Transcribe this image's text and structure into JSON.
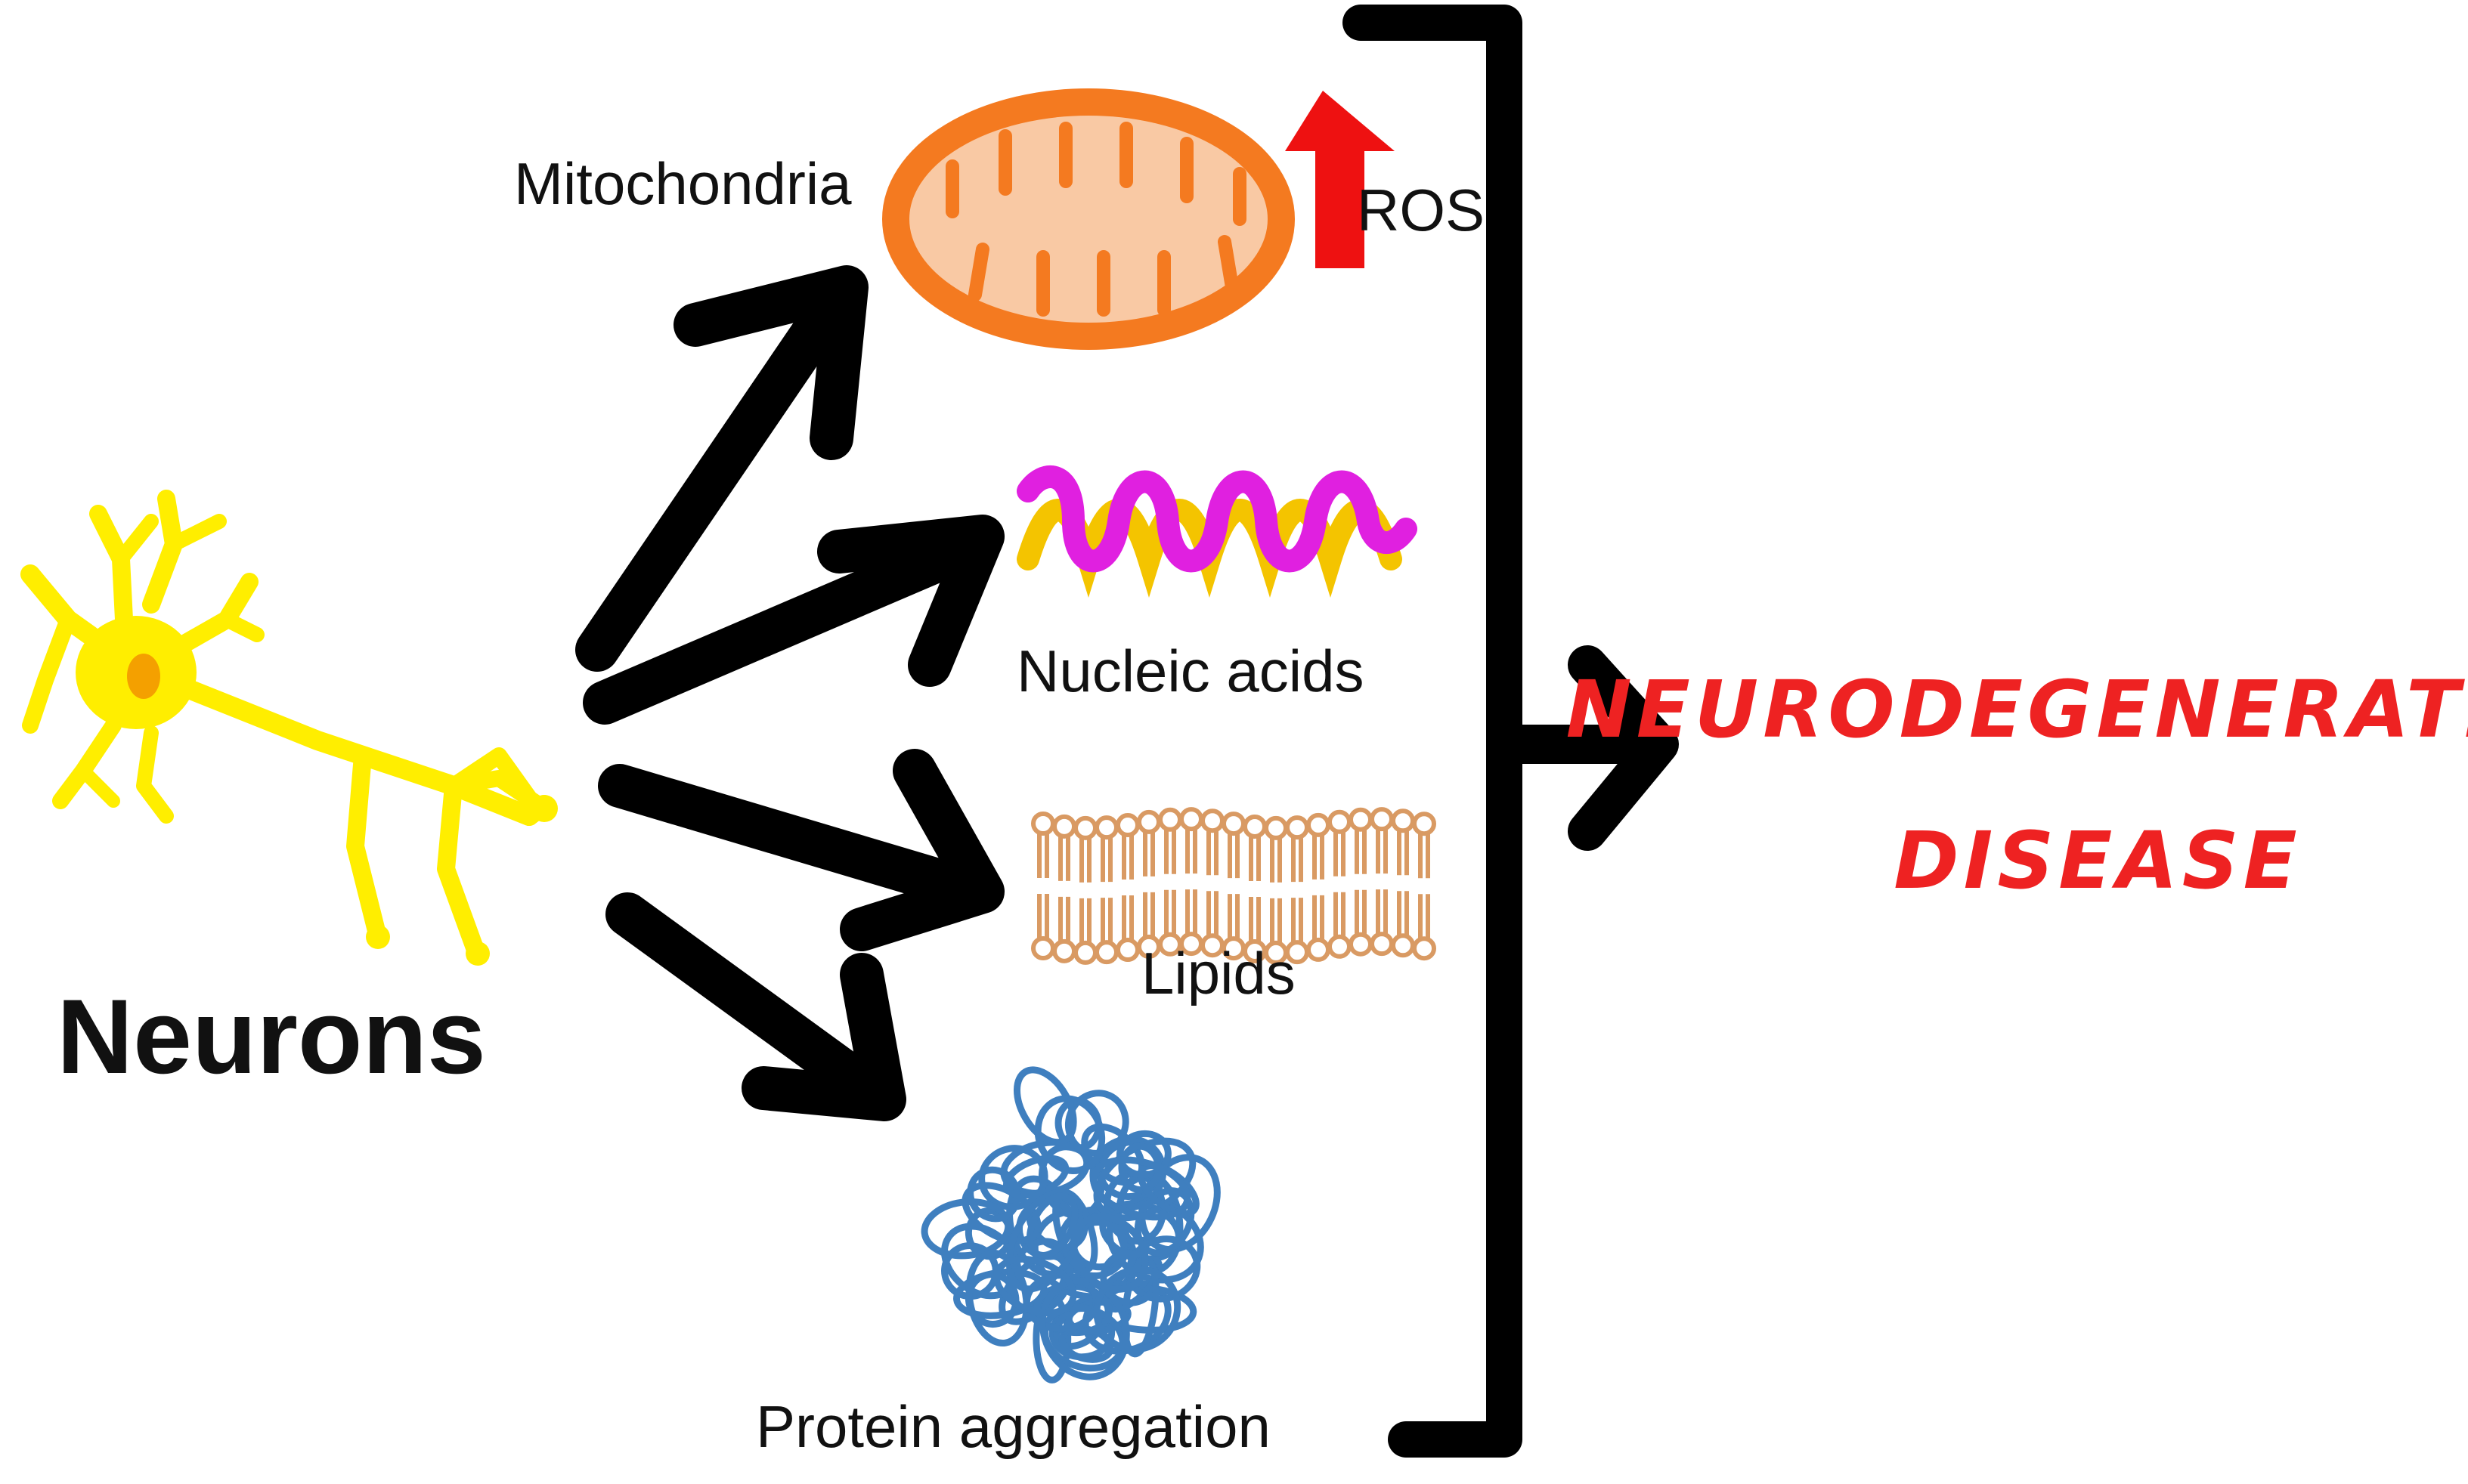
{
  "labels": {
    "neurons": "Neurons",
    "mitochondria": "Mitochondria",
    "ros": "ROS",
    "nucleic_acids": "Nucleic acids",
    "lipids": "Lipids",
    "protein_aggregation": "Protein aggregation",
    "disease_line1": "NEURODEGENERATIVE",
    "disease_line2": "DISEASE"
  },
  "colors": {
    "neuron": "#ffee00",
    "neuron_nucleus": "#f4a000",
    "mitochondria_outline": "#f47a20",
    "mitochondria_fill": "#f9c9a4",
    "ros_arrow": "#ee1111",
    "dna_strand_a": "#e020e0",
    "dna_strand_b": "#f4c400",
    "lipid_outline": "#d99a63",
    "protein": "#3f7fbf",
    "arrows": "#000000",
    "disease_text": "#ee2222"
  }
}
